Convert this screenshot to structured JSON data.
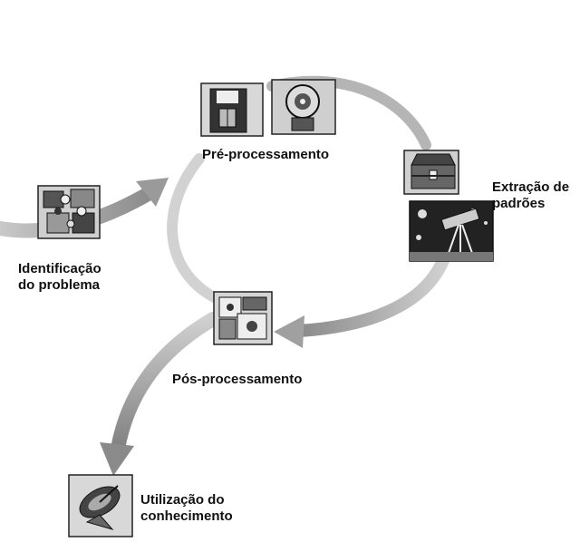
{
  "diagram": {
    "stages": {
      "identificacao": {
        "line1": "Identificação",
        "line2": "do problema",
        "icon": "puzzle-pieces-icon"
      },
      "pre_processamento": {
        "label": "Pré-processamento",
        "icon": "disk-and-clock-icon"
      },
      "extracao": {
        "line1": "Extração de",
        "line2": "padrões",
        "icons": [
          "treasure-chest-icon",
          "telescope-icon"
        ]
      },
      "pos_processamento": {
        "label": "Pós-processamento",
        "icon": "floor-plan-icon"
      },
      "utilizacao": {
        "line1": "Utilização do",
        "line2": "conhecimento",
        "icon": "satellite-dish-icon"
      }
    },
    "colors": {
      "arrow": "#9a9a9a",
      "icon_dark": "#222222",
      "icon_mid": "#777777",
      "icon_light": "#d8d8d8"
    }
  }
}
